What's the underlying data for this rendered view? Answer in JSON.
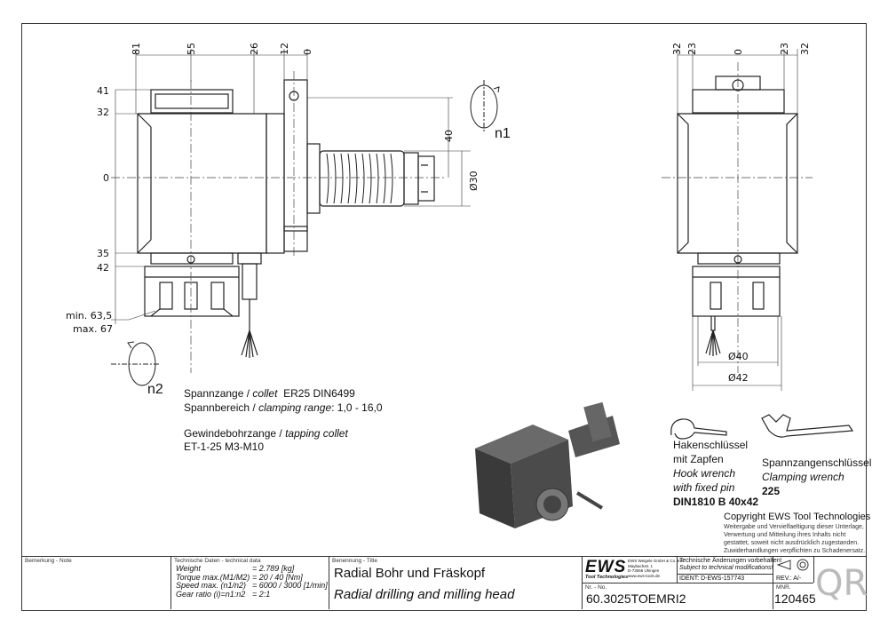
{
  "dims_top_left": [
    "81",
    "55",
    "26",
    "12",
    "0"
  ],
  "dims_left": [
    "41",
    "32",
    "0",
    "35",
    "42",
    "min. 63,5",
    "max. 67"
  ],
  "dim_40": "40",
  "dim_d30": "Ø30",
  "label_n1": "n1",
  "label_n2": "n2",
  "dims_top_right": [
    "32",
    "23",
    "0",
    "23",
    "32"
  ],
  "dim_d40": "Ø40",
  "dim_d42": "Ø42",
  "notes": {
    "collet_de": "Spannzange /",
    "collet_en": "collet",
    "collet_spec": "ER25    DIN6499",
    "range_de": "Spannbereich /",
    "range_en": "clamping range",
    "range_val": ": 1,0 - 16,0",
    "tap_de": "Gewindebohrzange /",
    "tap_en": "tapping collet",
    "tap_spec": "ET-1-25   M3-M10"
  },
  "hook_wrench": {
    "de1": "Hakenschlüssel",
    "de2": "mit Zapfen",
    "en1": "Hook wrench",
    "en2": "with fixed pin",
    "spec": "DIN1810  B  40x42"
  },
  "clamp_wrench": {
    "de": "Spannzangenschlüssel",
    "en": "Clamping wrench",
    "spec": "225"
  },
  "copyright": {
    "title": "Copyright EWS Tool Technologies",
    "l1": "Weitergabe und Vervielfaeltigung dieser Unterlage,",
    "l2": "Verwertung und Mitteilung ihres Inhalts nicht",
    "l3": "gestattet, soweit nicht ausdrücklich zugestanden.",
    "l4": "Zuwiderhandlungen verpflichten zu Schadenersatz."
  },
  "titleblock": {
    "remark_label": "Bemerkung - Note",
    "tech_label": "Technische Daten - technical data",
    "rows": [
      {
        "k": "Weight",
        "v": "=  2.789 [kg]"
      },
      {
        "k": "Torque max.(M1/M2)",
        "v": "=  20 / 40 [Nm]"
      },
      {
        "k": "Speed max.  (n1/n2)",
        "v": "=  6000 / 3000 [1/min]"
      },
      {
        "k": "Gear ratio  (i)=n1:n2",
        "v": "=  2:1"
      }
    ],
    "name_label": "Benennung - Title",
    "title_de": "Radial Bohr und Fräskopf",
    "title_en": "Radial drilling and milling head",
    "no_label": "Nr. - No.",
    "part_no": "60.3025TOEMRI2",
    "logo": "EWS",
    "logo_sub": "Tool Technologies",
    "company_l1": "EWS Weigele GmbH & Co. KG",
    "company_l2": "Maybachstr. 1",
    "company_l3": "D-73066 Uhingen",
    "company_l4": "www.ews-tools.de",
    "change_de": "Technische Änderungen vorbehalten!",
    "change_en": "Subject to technical modifications!",
    "ident": "IDENT:  D-EWS-157743",
    "rev": "REV.:  A/-",
    "mnr_label": "MNR.",
    "mnr": "120465",
    "qr": "QR"
  }
}
